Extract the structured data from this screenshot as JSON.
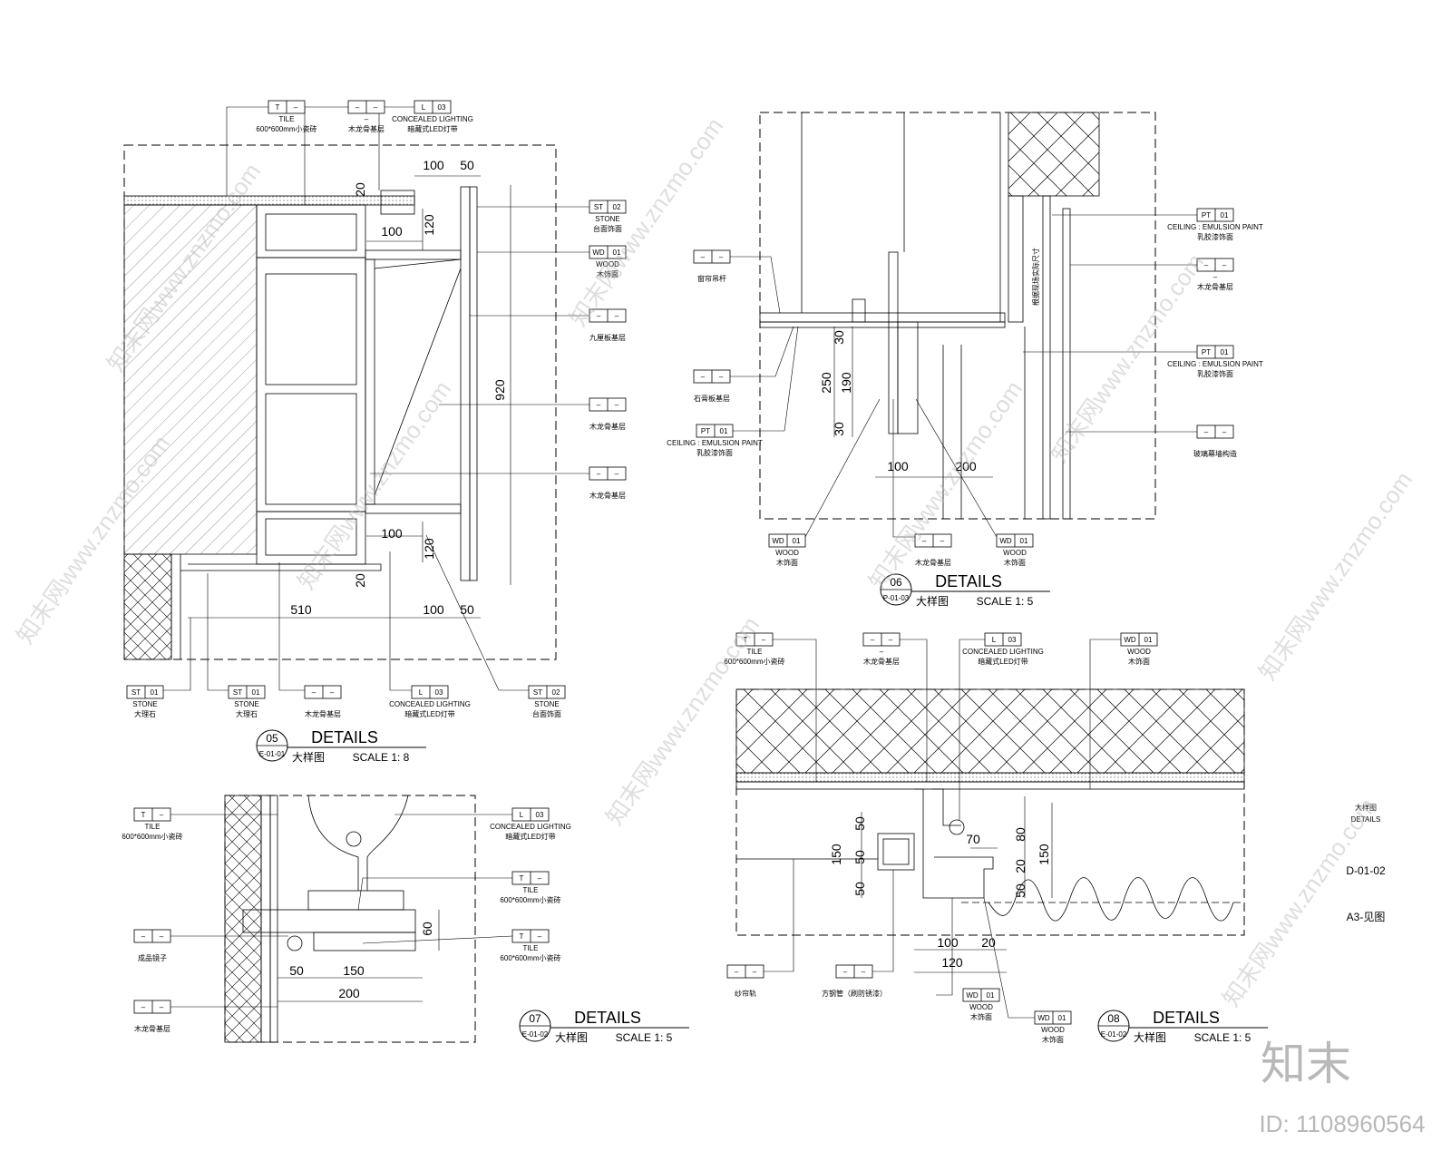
{
  "details": [
    {
      "no": "05",
      "title": "DETAILS",
      "sheet": "E-01-01",
      "cn": "大样图",
      "scale": "SCALE 1: 8",
      "tags": [
        {
          "code": "T",
          "num": "–",
          "en": "TILE",
          "cn": "600*600mm小瓷砖"
        },
        {
          "code": "–",
          "num": "–",
          "en": "–",
          "cn": "木龙骨基层"
        },
        {
          "code": "L",
          "num": "03",
          "en": "CONCEALED LIGHTING",
          "cn": "暗藏式LED灯带"
        },
        {
          "code": "ST",
          "num": "02",
          "en": "STONE",
          "cn": "台面饰面"
        },
        {
          "code": "WD",
          "num": "01",
          "en": "WOOD",
          "cn": "木饰面"
        },
        {
          "code": "–",
          "num": "–",
          "en": "",
          "cn": "九厘板基层"
        },
        {
          "code": "–",
          "num": "–",
          "en": "",
          "cn": "木龙骨基层"
        },
        {
          "code": "–",
          "num": "–",
          "en": "",
          "cn": "木龙骨基层"
        },
        {
          "code": "ST",
          "num": "01",
          "en": "STONE",
          "cn": "大理石"
        },
        {
          "code": "ST",
          "num": "01",
          "en": "STONE",
          "cn": "大理石"
        },
        {
          "code": "–",
          "num": "–",
          "en": "",
          "cn": "木龙骨基层"
        },
        {
          "code": "L",
          "num": "03",
          "en": "CONCEALED LIGHTING",
          "cn": "暗藏式LED灯带"
        },
        {
          "code": "ST",
          "num": "02",
          "en": "STONE",
          "cn": "台面饰面"
        }
      ],
      "dims": [
        "100",
        "50",
        "20",
        "120",
        "100",
        "920",
        "100",
        "120",
        "20",
        "510",
        "100",
        "50"
      ]
    },
    {
      "no": "06",
      "title": "DETAILS",
      "sheet": "P-01-03",
      "cn": "大样图",
      "scale": "SCALE 1: 5",
      "tags": [
        {
          "code": "–",
          "num": "–",
          "en": "",
          "cn": "窗帘吊杆"
        },
        {
          "code": "–",
          "num": "–",
          "en": "",
          "cn": "石膏板基层"
        },
        {
          "code": "PT",
          "num": "01",
          "en": "CEILING : EMULSION PAINT",
          "cn": "乳胶漆饰面"
        },
        {
          "code": "PT",
          "num": "01",
          "en": "CEILING : EMULSION PAINT",
          "cn": "乳胶漆饰面"
        },
        {
          "code": "–",
          "num": "–",
          "en": "–",
          "cn": "木龙骨基层"
        },
        {
          "code": "PT",
          "num": "01",
          "en": "CEILING : EMULSION PAINT",
          "cn": "乳胶漆饰面"
        },
        {
          "code": "–",
          "num": "–",
          "en": "",
          "cn": "玻璃幕墙构造"
        },
        {
          "code": "WD",
          "num": "01",
          "en": "WOOD",
          "cn": "木饰面"
        },
        {
          "code": "–",
          "num": "–",
          "en": "",
          "cn": "木龙骨基层"
        },
        {
          "code": "WD",
          "num": "01",
          "en": "WOOD",
          "cn": "木饰面"
        }
      ],
      "dims": [
        "30",
        "250",
        "190",
        "30",
        "100",
        "200"
      ],
      "vertical_note": "根据现场实际尺寸"
    },
    {
      "no": "07",
      "title": "DETAILS",
      "sheet": "E-01-02",
      "cn": "大样图",
      "scale": "SCALE 1: 5",
      "tags": [
        {
          "code": "T",
          "num": "–",
          "en": "TILE",
          "cn": "600*600mm小瓷砖"
        },
        {
          "code": "L",
          "num": "03",
          "en": "CONCEALED LIGHTING",
          "cn": "暗藏式LED灯带"
        },
        {
          "code": "T",
          "num": "–",
          "en": "TILE",
          "cn": "600*600mm小瓷砖"
        },
        {
          "code": "–",
          "num": "–",
          "en": "",
          "cn": "成品镜子"
        },
        {
          "code": "T",
          "num": "–",
          "en": "TILE",
          "cn": "600*600mm小瓷砖"
        },
        {
          "code": "–",
          "num": "–",
          "en": "",
          "cn": "木龙骨基层"
        }
      ],
      "dims": [
        "60",
        "50",
        "150",
        "200"
      ]
    },
    {
      "no": "08",
      "title": "DETAILS",
      "sheet": "E-01-02",
      "cn": "大样图",
      "scale": "SCALE 1: 5",
      "tags": [
        {
          "code": "T",
          "num": "–",
          "en": "TILE",
          "cn": "600*600mm小瓷砖"
        },
        {
          "code": "–",
          "num": "–",
          "en": "–",
          "cn": "木龙骨基层"
        },
        {
          "code": "L",
          "num": "03",
          "en": "CONCEALED LIGHTING",
          "cn": "暗藏式LED灯带"
        },
        {
          "code": "WD",
          "num": "01",
          "en": "WOOD",
          "cn": "木饰面"
        },
        {
          "code": "–",
          "num": "–",
          "en": "",
          "cn": "纱帘轨"
        },
        {
          "code": "–",
          "num": "–",
          "en": "",
          "cn": "方钢管（刷防锈漆）"
        },
        {
          "code": "WD",
          "num": "01",
          "en": "WOOD",
          "cn": "木饰面"
        },
        {
          "code": "WD",
          "num": "01",
          "en": "WOOD",
          "cn": "木饰面"
        }
      ],
      "dims": [
        "50",
        "50",
        "150",
        "50",
        "80",
        "70",
        "20",
        "150",
        "50",
        "100",
        "20",
        "120"
      ]
    }
  ],
  "side_notes": [
    "大样图",
    "DETAILS",
    "D-01-02",
    "A3-见图"
  ],
  "watermarks": {
    "diagonal": "知末网www.znzmo.com",
    "logo": "知末",
    "id": "ID: 1108960564"
  }
}
